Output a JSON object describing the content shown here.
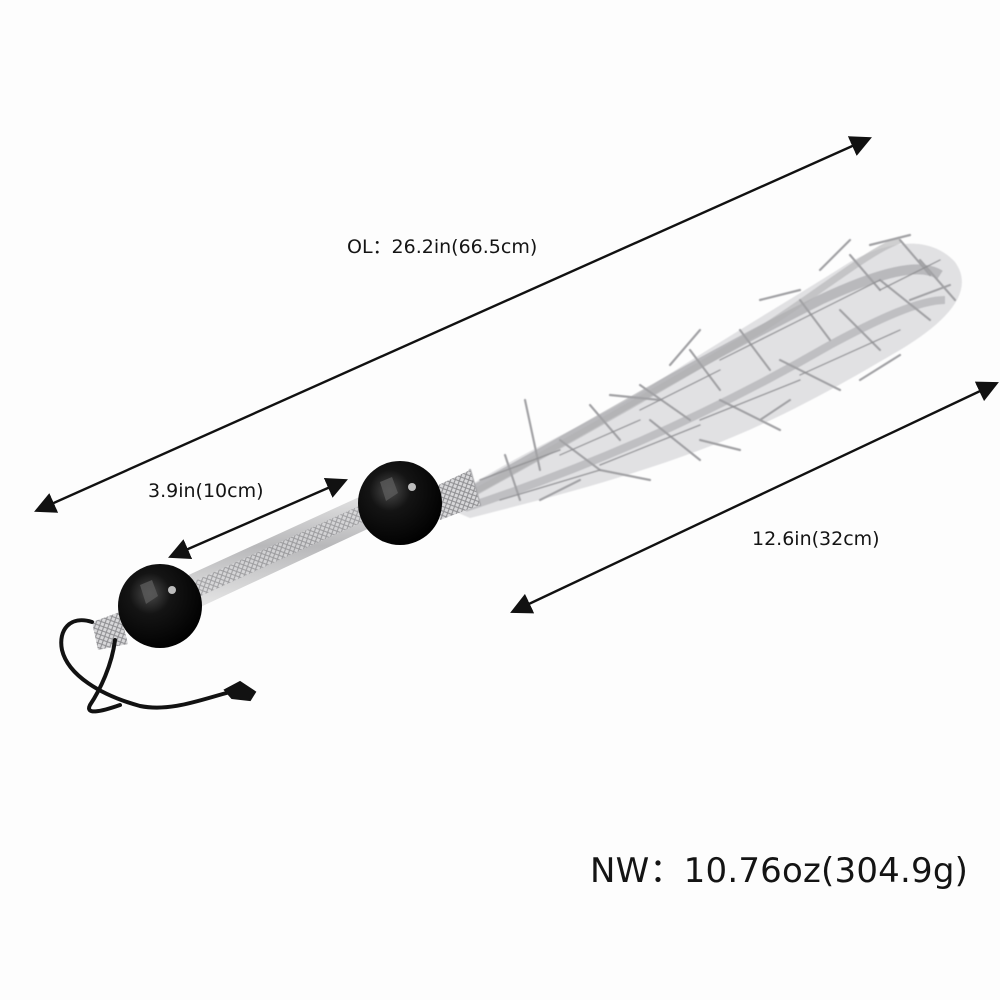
{
  "product": {
    "name": "Spiked chain whip with black ball handle",
    "colors": {
      "background": "#fdfdfd",
      "ball": "#0b0b0b",
      "chain": "#b9b9bb",
      "spike": "#d4d4d6",
      "cord": "#121212",
      "arrow": "#111111"
    }
  },
  "dimensions": {
    "overall_length": {
      "prefix": "OL：",
      "value": "26.2in(66.5cm)",
      "text": "OL：26.2in(66.5cm)"
    },
    "handle_length": {
      "value": "3.9in(10cm)",
      "text": "3.9in(10cm)"
    },
    "lash_length": {
      "value": "12.6in(32cm)",
      "text": "12.6in(32cm)"
    },
    "net_weight": {
      "prefix": "NW：",
      "value": "10.76oz(304.9g)",
      "text": "NW：10.76oz(304.9g)"
    }
  }
}
